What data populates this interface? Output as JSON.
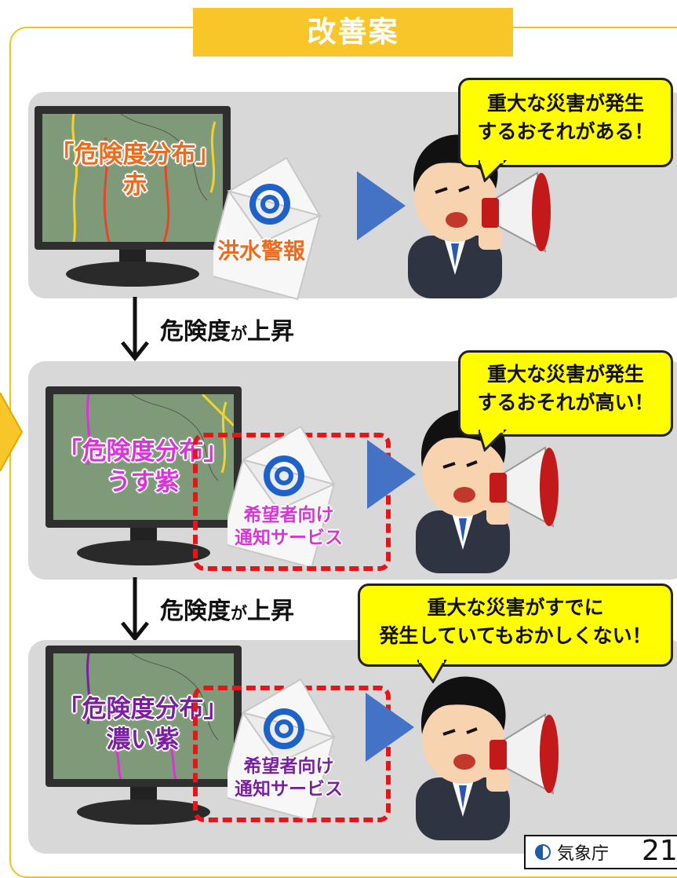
{
  "title": "改善案",
  "steps": [
    {
      "map_label_line1": "「危険度分布」",
      "map_label_line2": "赤",
      "map_color": "#e8432b",
      "envelope_label": "洪水警報",
      "envelope_label_color": "#f06a1e",
      "bubble_line1": "重大な災害が発生",
      "bubble_line2": "するおそれがある！"
    },
    {
      "map_label_line1": "「危険度分布」",
      "map_label_line2": "うす紫",
      "map_color": "#d834d8",
      "envelope_label_line1": "希望者向け",
      "envelope_label_line2": "通知サービス",
      "envelope_label_color": "#d834d8",
      "bubble_line1": "重大な災害が発生",
      "bubble_line2": "するおそれが高い！"
    },
    {
      "map_label_line1": "「危険度分布」",
      "map_label_line2": "濃い紫",
      "map_color": "#7a1fa2",
      "envelope_label_line1": "希望者向け",
      "envelope_label_line2": "通知サービス",
      "envelope_label_color": "#7a1fa2",
      "bubble_line1": "重大な災害がすでに",
      "bubble_line2": "発生していてもおかしくない！"
    }
  ],
  "transitions": [
    {
      "word1": "危険度",
      "particle": "が",
      "word2": "上昇"
    },
    {
      "word1": "危険度",
      "particle": "が",
      "word2": "上昇"
    }
  ],
  "footer": {
    "org": "気象庁",
    "page": "21"
  },
  "colors": {
    "accent": "#f8c629",
    "arrow_blue": "#4472c4",
    "bubble": "#fffd00",
    "dashed": "#e8141a"
  }
}
